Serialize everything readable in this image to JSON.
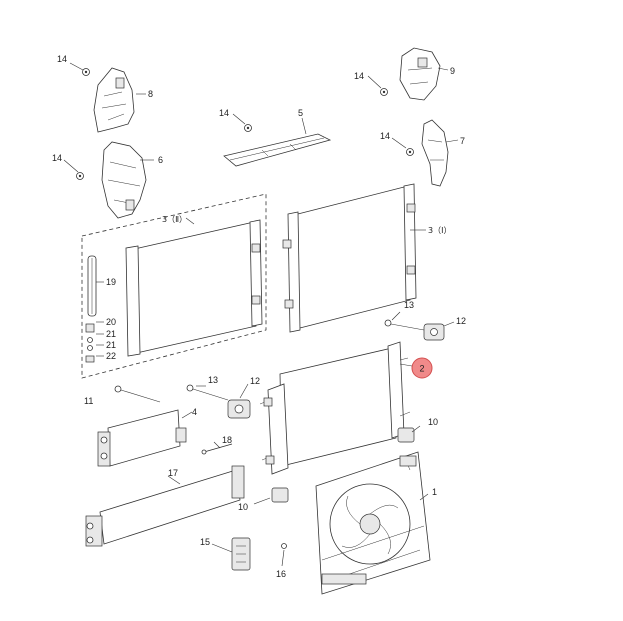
{
  "labels": {
    "l1": "1",
    "l2": "2",
    "l3a": "3（Ⅰ）",
    "l3b": "3（Ⅱ）",
    "l4": "4",
    "l5": "5",
    "l6": "6",
    "l7": "7",
    "l8": "8",
    "l9": "9",
    "l10a": "10",
    "l10b": "10",
    "l11": "11",
    "l12a": "12",
    "l12b": "12",
    "l13a": "13",
    "l13b": "13",
    "l14a": "14",
    "l14b": "14",
    "l14c": "14",
    "l14d": "14",
    "l14e": "14",
    "l15": "15",
    "l16": "16",
    "l17": "17",
    "l18": "18",
    "l19": "19",
    "l20": "20",
    "l21a": "21",
    "l21b": "21",
    "l22": "22"
  },
  "colors": {
    "highlight": "#f08a8a",
    "highlight_stroke": "#d45050",
    "line": "#333333"
  }
}
